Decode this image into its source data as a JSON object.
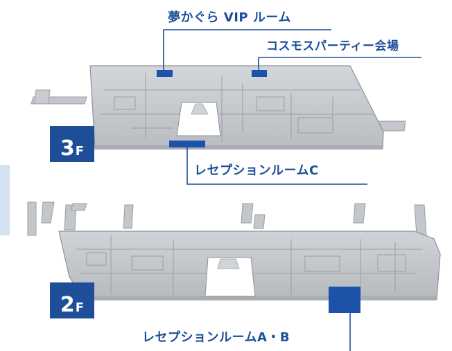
{
  "floors": [
    {
      "id": "3f",
      "badge_number": "3",
      "badge_suffix": "F",
      "rooms": [
        {
          "label": "夢かぐら VIP ルーム"
        },
        {
          "label": "コスモスパーティー会場"
        },
        {
          "label": "レセプションルームC"
        }
      ]
    },
    {
      "id": "2f",
      "badge_number": "2",
      "badge_suffix": "F",
      "rooms": [
        {
          "label": "レセプションルームA・B"
        }
      ]
    }
  ],
  "colors": {
    "accent": "#1d4e9a",
    "badge": "#1e4e98",
    "room_highlight": "#1c52a8",
    "floor_plate": "#bfc3c8",
    "floor_plate_dark": "#a9adb2",
    "wall_lines": "#8e9297",
    "side_tab": "#d5e2f2"
  }
}
